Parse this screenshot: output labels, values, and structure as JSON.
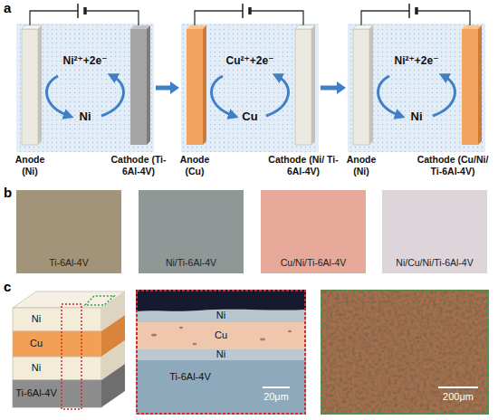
{
  "diagram": {
    "nodes": [
      {
        "text": [
          "Ni²⁺+2e⁻",
          "Ni"
        ]
      },
      {
        "text": [
          "Cu²⁺+2e⁻",
          "Cu"
        ]
      },
      {
        "text": [
          "Ni²⁺+2e⁻",
          "Ni"
        ]
      },
      {
        "text": [
          "Ti-6Al-4V"
        ]
      },
      {
        "text": [
          "Ni/Ti-6Al-4V"
        ]
      },
      {
        "text": [
          "Cu/Ni/Ti-6Al-4V"
        ]
      },
      {
        "text": [
          "Ni/Cu/Ni/Ti-6Al-4V"
        ]
      }
    ],
    "edges": [
      {
        "from": 0,
        "to": 1,
        "arrow": "to"
      },
      {
        "from": 1,
        "to": 2,
        "arrow": "to"
      }
    ],
    "labels": [
      "a",
      "b",
      "c",
      "Anode (Ni)",
      "Cathode (Ti-6Al-4V)",
      "Anode (Cu)",
      "Cathode (Ni/ Ti-6Al-4V)",
      "Anode (Ni)",
      "Cathode (Cu/Ni/ Ti-6Al-4V)",
      "Ni",
      "Cu",
      "Ni",
      "Ti-6Al-4V",
      "Ni",
      "Cu",
      "Ni",
      "Ti-6Al-4V",
      "20μm",
      "200μm"
    ]
  }
}
